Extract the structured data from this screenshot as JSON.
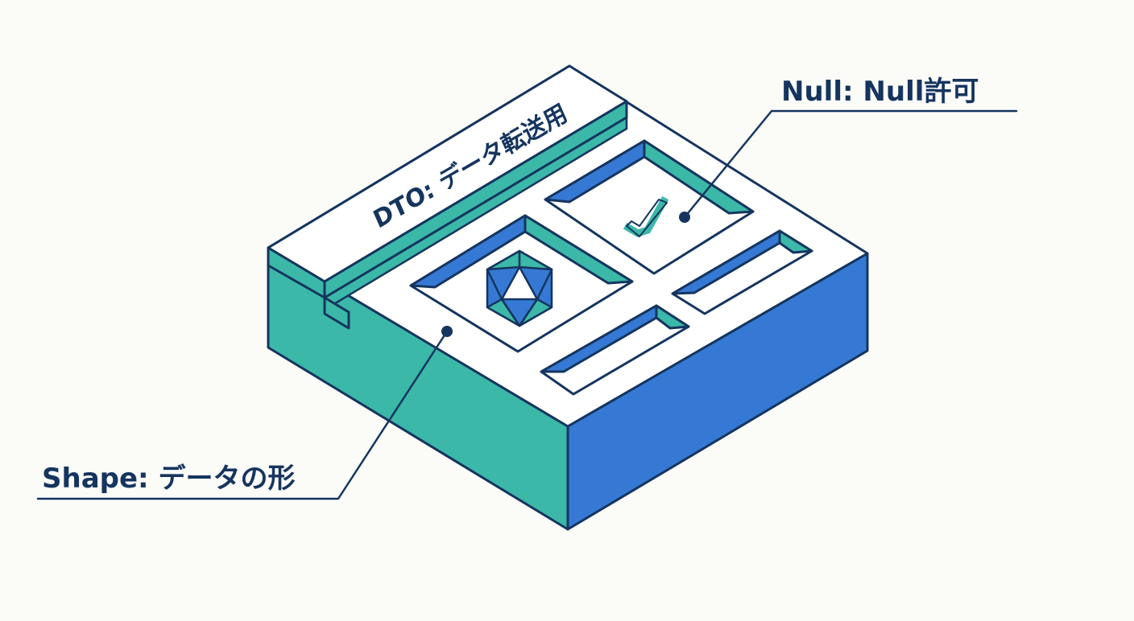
{
  "labels": {
    "title": "DTO: データ転送用",
    "null_callout": "Null: Null許可",
    "shape_callout": "Shape: データの形"
  },
  "colors": {
    "outline": "#15355f",
    "teal": "#3bb8a8",
    "blue": "#3579d4",
    "top_face": "#ffffff",
    "background": "#fbfbf8",
    "text": "#15355f"
  },
  "icons": {
    "shape_slot": "icosahedron-icon",
    "null_slot": "checkmark-icon"
  }
}
